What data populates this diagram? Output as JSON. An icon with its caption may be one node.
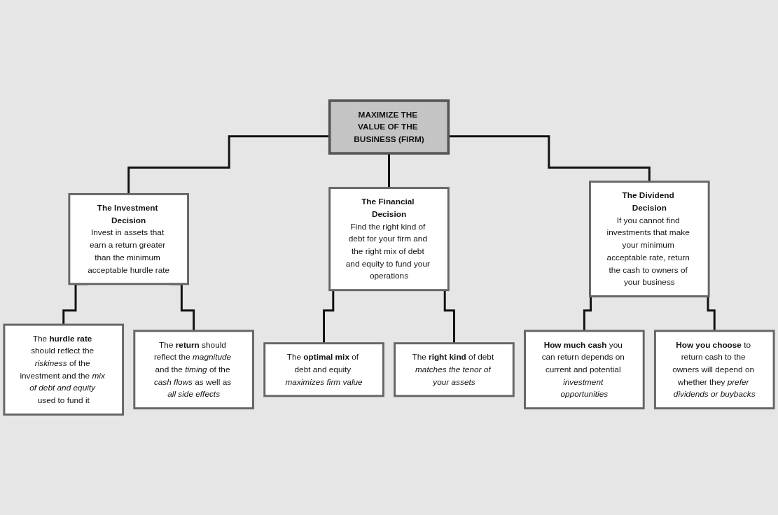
{
  "diagram": {
    "nodes": [
      {
        "text": [
          "MAXIMIZE THE VALUE OF THE BUSINESS (FIRM)"
        ]
      },
      {
        "text": [
          "The Investment Decision",
          "Invest in assets that earn a return greater than the minimum acceptable hurdle rate"
        ]
      },
      {
        "text": [
          "The Financial Decision",
          "Find the right kind of debt for your firm and the right mix of debt and equity to fund your operations"
        ]
      },
      {
        "text": [
          "The Dividend Decision",
          "If you cannot find investments that make your minimum acceptable rate, return the cash to owners of your business"
        ]
      },
      {
        "text": [
          "The **hurdle rate** should reflect the *riskiness* of the investment and the *mix of debt and equity* used to fund it"
        ]
      },
      {
        "text": [
          "The **return** should reflect the *magnitude* and the *timing* of the *cash flows* as well as *all side effects*"
        ]
      },
      {
        "text": [
          "The **optimal mix** of debt and equity *maximizes firm value*"
        ]
      },
      {
        "text": [
          "The **right kind** of debt *matches the tenor of your assets*"
        ]
      },
      {
        "text": [
          "**How much cash** you can return depends on current and potential *investment opportunities*"
        ]
      },
      {
        "text": [
          "**How you choose** to return cash to the owners will depend on whether they *prefer dividends or buybacks*"
        ]
      }
    ],
    "edges": [
      {
        "from": 0,
        "to": 1,
        "arrow": "none"
      },
      {
        "from": 0,
        "to": 2,
        "arrow": "none"
      },
      {
        "from": 0,
        "to": 3,
        "arrow": "none"
      },
      {
        "from": 1,
        "to": 4,
        "arrow": "none"
      },
      {
        "from": 1,
        "to": 5,
        "arrow": "none"
      },
      {
        "from": 2,
        "to": 6,
        "arrow": "none"
      },
      {
        "from": 2,
        "to": 7,
        "arrow": "none"
      },
      {
        "from": 3,
        "to": 8,
        "arrow": "none"
      },
      {
        "from": 3,
        "to": 9,
        "arrow": "none"
      }
    ]
  }
}
